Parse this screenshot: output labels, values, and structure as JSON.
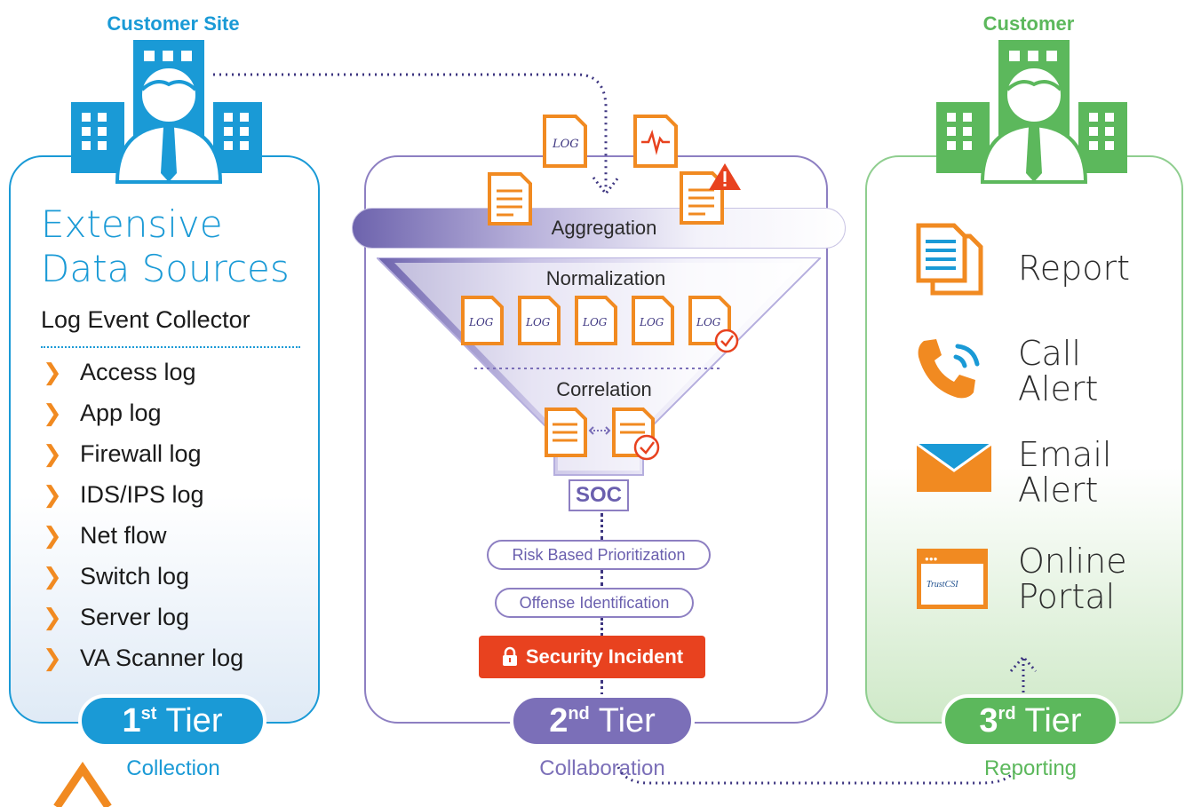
{
  "tier1": {
    "heading": "Customer Site",
    "title_line1": "Extensive",
    "title_line2": "Data Sources",
    "collector": "Log Event Collector",
    "items": [
      "Access log",
      "App log",
      "Firewall log",
      "IDS/IPS log",
      "Net flow",
      "Switch log",
      "Server log",
      "VA Scanner log"
    ],
    "tier_num": "1",
    "tier_sup": "st",
    "tier_word": "Tier",
    "subtitle": "Collection"
  },
  "tier2": {
    "aggregation": "Aggregation",
    "normalization": "Normalization",
    "correlation": "Correlation",
    "log_label": "LOG",
    "soc": "SOC",
    "risk": "Risk Based Prioritization",
    "offense": "Offense Identification",
    "incident": "Security Incident",
    "tier_num": "2",
    "tier_sup": "nd",
    "tier_word": "Tier",
    "subtitle": "Collaboration"
  },
  "tier3": {
    "heading": "Customer",
    "outputs": {
      "report": "Report",
      "call_1": "Call",
      "call_2": "Alert",
      "email_1": "Email",
      "email_2": "Alert",
      "portal_1": "Online",
      "portal_2": "Portal"
    },
    "portal_logo": "TrustCSI",
    "tier_num": "3",
    "tier_sup": "rd",
    "tier_word": "Tier",
    "subtitle": "Reporting"
  },
  "colors": {
    "blue": "#1a9ad6",
    "purple": "#7b6fb8",
    "green": "#5cb85c",
    "orange": "#f18a21",
    "red": "#e8421f"
  },
  "icons": [
    "building-person-icon",
    "log-document-icon",
    "waveform-document-icon",
    "warning-document-icon",
    "report-icon",
    "phone-icon",
    "email-icon",
    "portal-icon",
    "lock-icon",
    "check-icon"
  ]
}
